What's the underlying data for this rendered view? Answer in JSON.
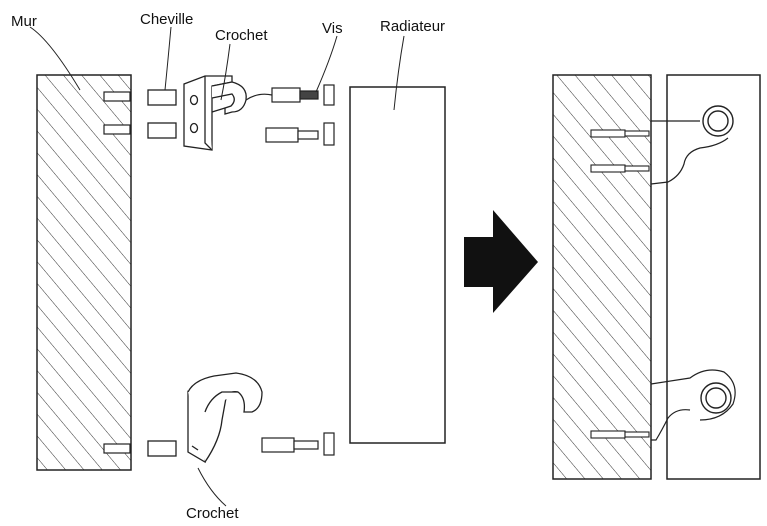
{
  "labels": {
    "wall": "Mur",
    "anchor": "Cheville",
    "hook_top": "Crochet",
    "screw": "Vis",
    "radiator": "Radiateur",
    "hook_bottom": "Crochet"
  },
  "icons": {
    "arrow": "arrow-right-icon"
  },
  "colors": {
    "stroke": "#222222",
    "arrow": "#111111",
    "background": "#ffffff"
  }
}
